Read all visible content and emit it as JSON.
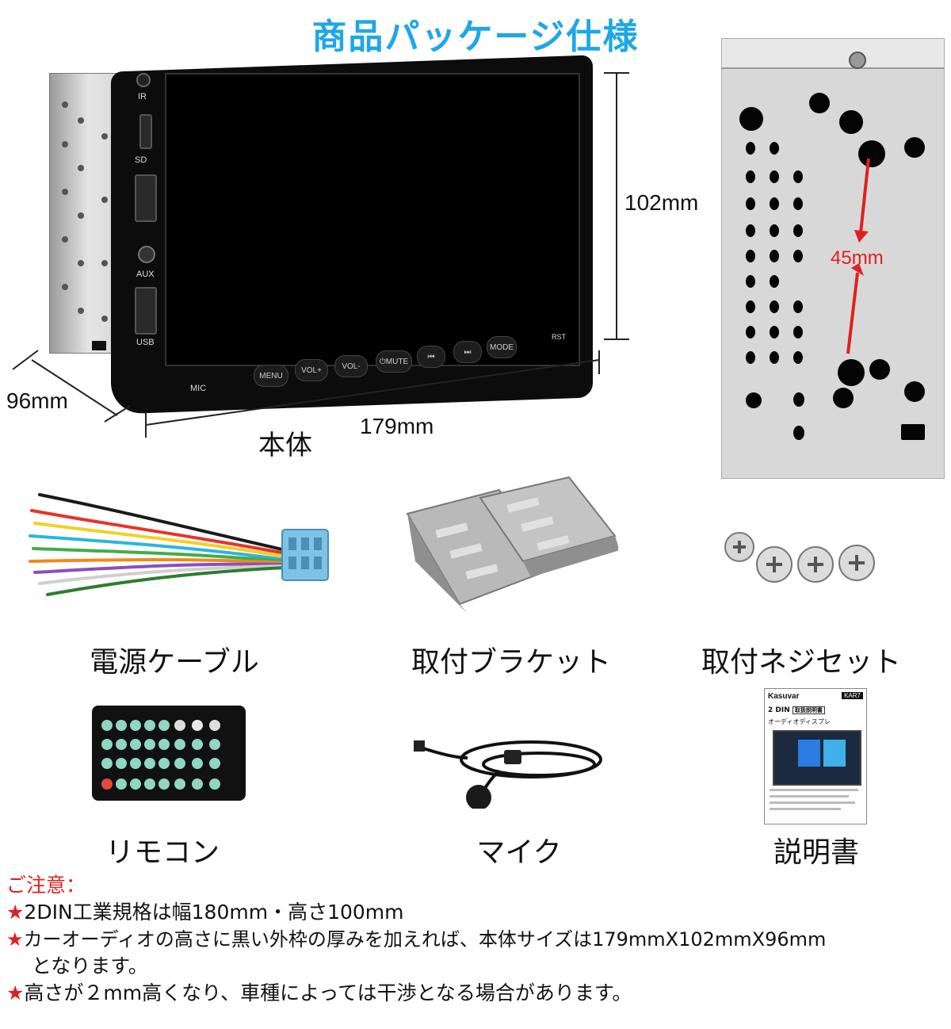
{
  "title": "商品パッケージ仕様",
  "dimensions": {
    "height": "102mm",
    "depth": "96mm",
    "width": "179mm",
    "hole_pitch": "45mm",
    "unit_caption": "本体"
  },
  "unit_labels": {
    "ir": "IR",
    "sd": "SD",
    "aux": "AUX",
    "usb": "USB",
    "mic": "MIC",
    "rst": "RST",
    "buttons": [
      "MENU",
      "VOL+",
      "VOL-",
      "⏻MUTE",
      "⏮",
      "⏭",
      "MODE"
    ]
  },
  "accessories": [
    {
      "label": "電源ケーブル",
      "icon": "power-cable-icon"
    },
    {
      "label": "取付ブラケット",
      "icon": "mounting-bracket-icon"
    },
    {
      "label": "取付ネジセット",
      "icon": "screw-set-icon"
    },
    {
      "label": "リモコン",
      "icon": "remote-control-icon"
    },
    {
      "label": "マイク",
      "icon": "microphone-icon"
    },
    {
      "label": "説明書",
      "icon": "manual-icon"
    }
  ],
  "manual_cover": {
    "brand": "Kasuvar",
    "model": "KAR7",
    "line1": "2 DIN",
    "tag": "取扱説明書",
    "line2": "オーディオディスプレ"
  },
  "notes": {
    "heading": "ご注意：",
    "items": [
      "★2DIN工業規格は幅180mm・高さ100mm",
      "★カーオーディオの高さに黒い外枠の厚みを加えれば、本体サイズは179mmX102mmX96mm",
      "となります。",
      "★高さが２mm高くなり、車種によっては干渉となる場合があります。"
    ]
  },
  "colors": {
    "title": "#1ea7e8",
    "note_accent": "#e02020",
    "arrow": "#e02020"
  }
}
